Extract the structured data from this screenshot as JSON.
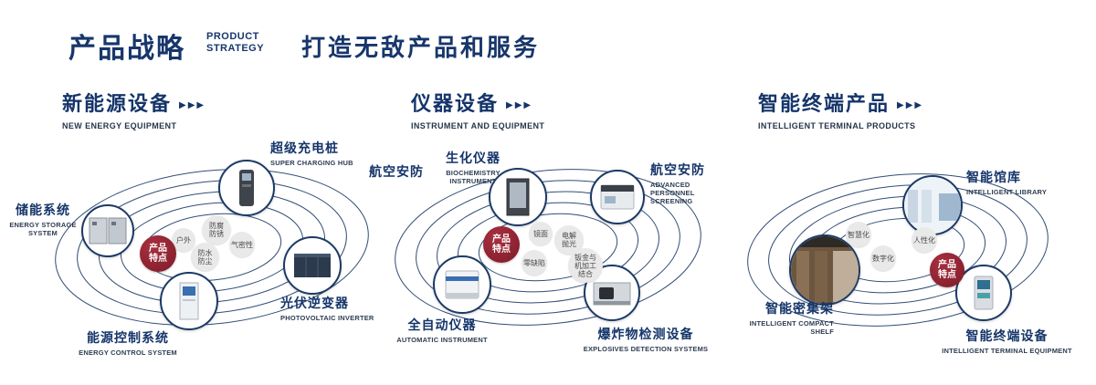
{
  "header": {
    "title": "产品战略",
    "subtitle_line1": "PRODUCT",
    "subtitle_line2": "STRATEGY",
    "tagline": "打造无敌产品和服务"
  },
  "icons": {
    "triple_arrow": "▶▶▶"
  },
  "sections": [
    {
      "title": "新能源设备",
      "subtitle": "NEW ENERGY EQUIPMENT",
      "badge": "产品特点",
      "features": [
        "户外",
        "防腐防锈",
        "气密性",
        "防水防尘"
      ],
      "products": [
        {
          "zh": "储能系统",
          "en": "ENERGY STORAGE SYSTEM"
        },
        {
          "zh": "超级充电桩",
          "en": "SUPER CHARGING HUB"
        },
        {
          "zh": "光伏逆变器",
          "en": "PHOTOVOLTAIC INVERTER"
        },
        {
          "zh": "能源控制系统",
          "en": "ENERGY CONTROL SYSTEM"
        }
      ]
    },
    {
      "title": "仪器设备",
      "subtitle": "INSTRUMENT AND EQUIPMENT",
      "badge": "产品特点",
      "extra_label": "航空安防",
      "features": [
        "镜面",
        "电解抛光",
        "零缺陷",
        "钣金与机加工结合"
      ],
      "products": [
        {
          "zh": "生化仪器",
          "en": "BIOCHEMISTRY INSTRUMENT"
        },
        {
          "zh": "航空安防",
          "en": "ADVANCED PERSONNEL SCREENING"
        },
        {
          "zh": "全自动仪器",
          "en": "AUTOMATIC INSTRUMENT"
        },
        {
          "zh": "爆炸物检测设备",
          "en": "EXPLOSIVES DETECTION SYSTEMS"
        }
      ]
    },
    {
      "title": "智能终端产品",
      "subtitle": "INTELLIGENT TERMINAL PRODUCTS",
      "badge": "产品特点",
      "features": [
        "智慧化",
        "人性化",
        "数字化"
      ],
      "products": [
        {
          "zh": "智能馆库",
          "en": "INTELLIGENT LIBRARY"
        },
        {
          "zh": "智能密集架",
          "en": "INTELLIGENT COMPACT SHELF"
        },
        {
          "zh": "智能终端设备",
          "en": "INTELLIGENT TERMINAL EQUIPMENT"
        }
      ]
    }
  ]
}
